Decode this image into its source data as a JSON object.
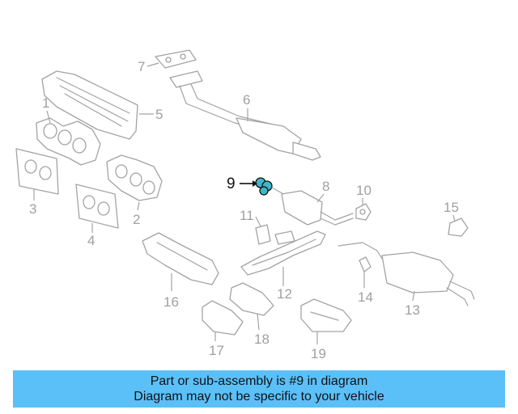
{
  "callouts": {
    "c1": "1",
    "c2": "2",
    "c3": "3",
    "c4": "4",
    "c5": "5",
    "c6": "6",
    "c7": "7",
    "c8": "8",
    "c9": "9",
    "c10": "10",
    "c11": "11",
    "c12": "12",
    "c13": "13",
    "c14": "14",
    "c15": "15",
    "c16": "16",
    "c17": "17",
    "c18": "18",
    "c19": "19"
  },
  "highlight": {
    "part_number": "9",
    "color": "#3fb6c9"
  },
  "banner": {
    "line1": "Part or sub-assembly is #9 in diagram",
    "line2": "Diagram may not be specific to your vehicle",
    "background": "#5bc0f8"
  }
}
